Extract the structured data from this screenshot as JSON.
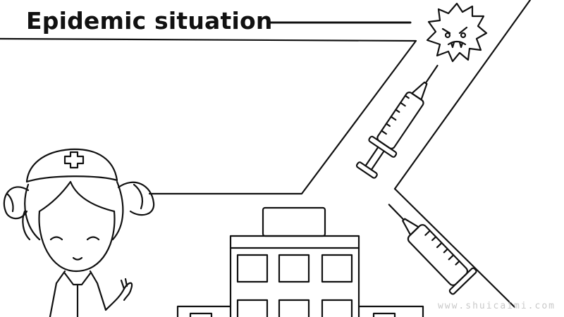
{
  "header": {
    "title": "Epidemic situation"
  },
  "footer": {
    "watermark": "www.shuicaimi.com"
  },
  "icons": {
    "virus": "virus-icon",
    "syringe": "syringe-icon",
    "nurse": "nurse-figure",
    "hospital": "hospital-building"
  },
  "colors": {
    "line": "#111111",
    "background": "#ffffff",
    "watermark": "#c9c9c9"
  }
}
